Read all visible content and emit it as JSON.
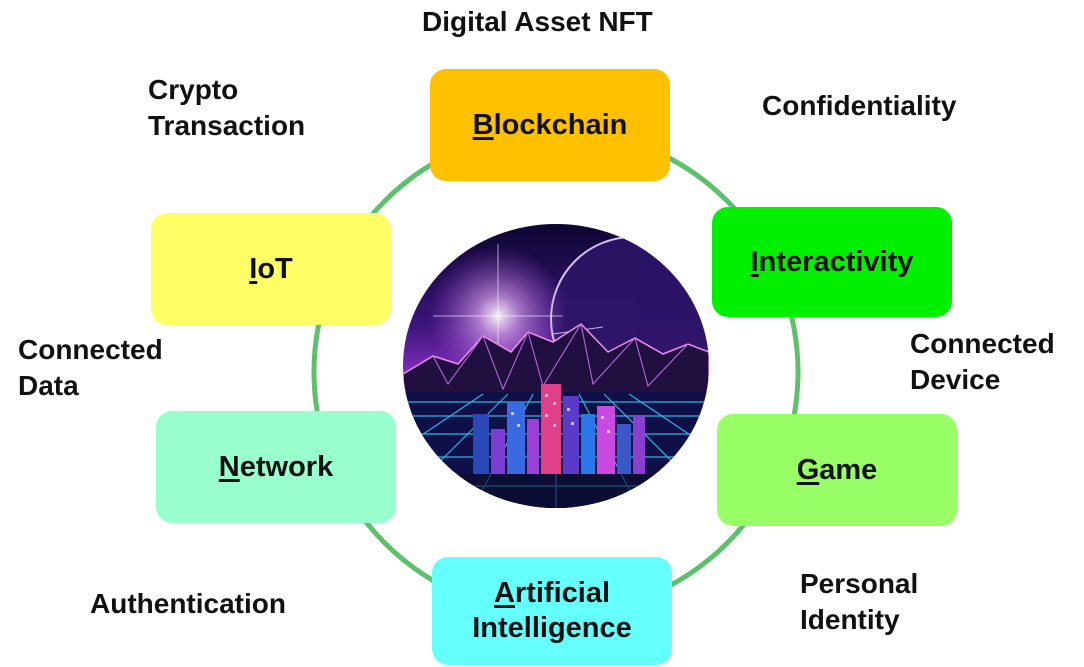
{
  "title": "Digital Asset NFT",
  "colors": {
    "ring": "#5cc16a",
    "blockchain": "#ffc000",
    "interactivity": "#00f000",
    "game": "#99ff66",
    "ai": "#66ffff",
    "network": "#99ffcc",
    "iot": "#ffff66"
  },
  "nodes": {
    "blockchain": {
      "first": "B",
      "rest": "lockchain"
    },
    "interactivity": {
      "first": "I",
      "rest": "nteractivity"
    },
    "game": {
      "first": "G",
      "rest": "ame"
    },
    "ai": {
      "first": "A",
      "rest": "rtificial",
      "line2": "Intelligence"
    },
    "network": {
      "first": "N",
      "rest": "etwork"
    },
    "iot": {
      "first": "I",
      "rest": "oT"
    }
  },
  "labels": {
    "crypto": [
      "Crypto",
      "Transaction"
    ],
    "confidentiality": "Confidentiality",
    "connected_data": [
      "Connected",
      "Data"
    ],
    "connected_device": [
      "Connected",
      "Device"
    ],
    "authentication": "Authentication",
    "personal_identity": [
      "Personal",
      "Identity"
    ]
  },
  "center_image": "synthwave-city-icon"
}
